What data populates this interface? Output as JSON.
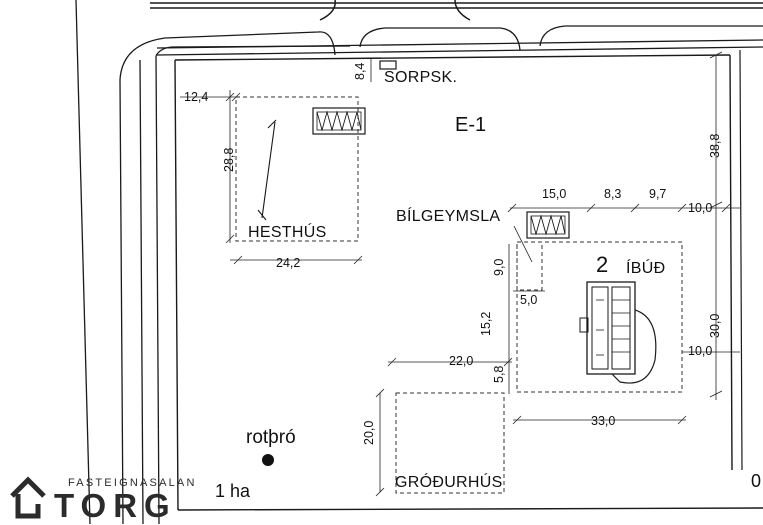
{
  "labels": {
    "sorpsk": "SORPSK.",
    "e1": "E-1",
    "hesthus": "HESTHÚS",
    "bilgeymsla": "BÍLGEYMSLA",
    "ibud_num": "2",
    "ibud": "ÍBÚÐ",
    "rotthro": "rotþró",
    "grodurhus": "GRÓÐURHÚS",
    "area": "1 ha",
    "edge": "0"
  },
  "dimensions": {
    "d_8_4": "8,4",
    "d_12_4": "12,4",
    "d_28_8": "28,8",
    "d_24_2": "24,2",
    "d_38_8": "38,8",
    "d_15_0": "15,0",
    "d_8_3": "8,3",
    "d_9_7": "9,7",
    "d_10_0_top": "10,0",
    "d_9_0": "9,0",
    "d_5_0": "5,0",
    "d_15_2": "15,2",
    "d_30_0": "30,0",
    "d_10_0_right": "10,0",
    "d_22_0": "22,0",
    "d_5_8": "5,8",
    "d_33_0": "33,0",
    "d_20_0": "20,0"
  },
  "logo": {
    "top": "FASTEIGNASALAN",
    "name": "TORG"
  }
}
